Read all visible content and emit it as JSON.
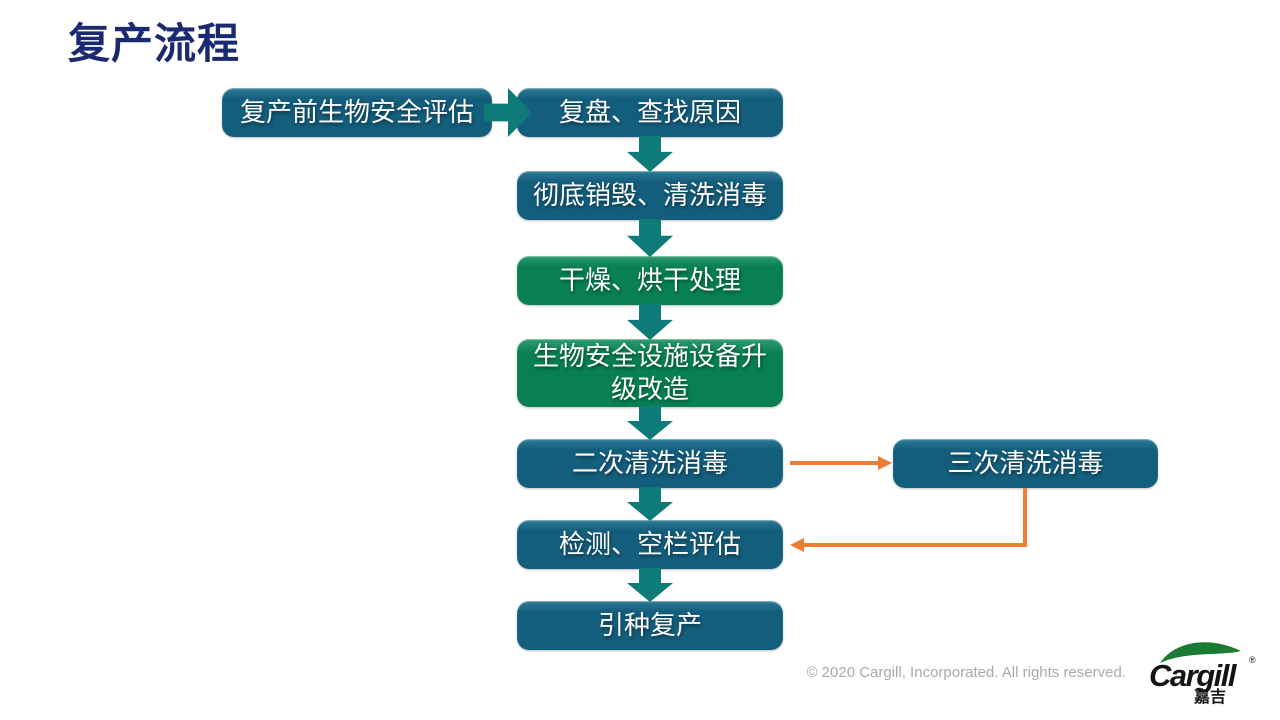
{
  "slide": {
    "title": "复产流程",
    "footer": "© 2020 Cargill, Incorporated. All rights reserved.",
    "logo": {
      "brand": "Cargill",
      "registered": "®",
      "chinese": "嘉吉",
      "leaf_color": "#1B7B33",
      "text_color": "#141414"
    }
  },
  "flow": {
    "pre_step": {
      "label": "复产前生物安全评估",
      "color": "#145E7D"
    },
    "main_steps": [
      {
        "label": "复盘、查找原因",
        "color": "#145E7D"
      },
      {
        "label": "彻底销毁、清洗消毒",
        "color": "#145E7D"
      },
      {
        "label": "干燥、烘干处理",
        "color": "#088052"
      },
      {
        "label": "生物安全设施设备升级改造",
        "color": "#088052"
      },
      {
        "label": "二次清洗消毒",
        "color": "#145E7D"
      },
      {
        "label": "检测、空栏评估",
        "color": "#145E7D"
      },
      {
        "label": "引种复产",
        "color": "#145E7D"
      }
    ],
    "branch_step": {
      "label": "三次清洗消毒",
      "color": "#145E7D"
    },
    "colors": {
      "block_arrow_teal": "#0E7B78",
      "connector_orange": "#ED7D31",
      "title_navy": "#1B2970",
      "footer_gray": "#A9A9A9"
    }
  }
}
